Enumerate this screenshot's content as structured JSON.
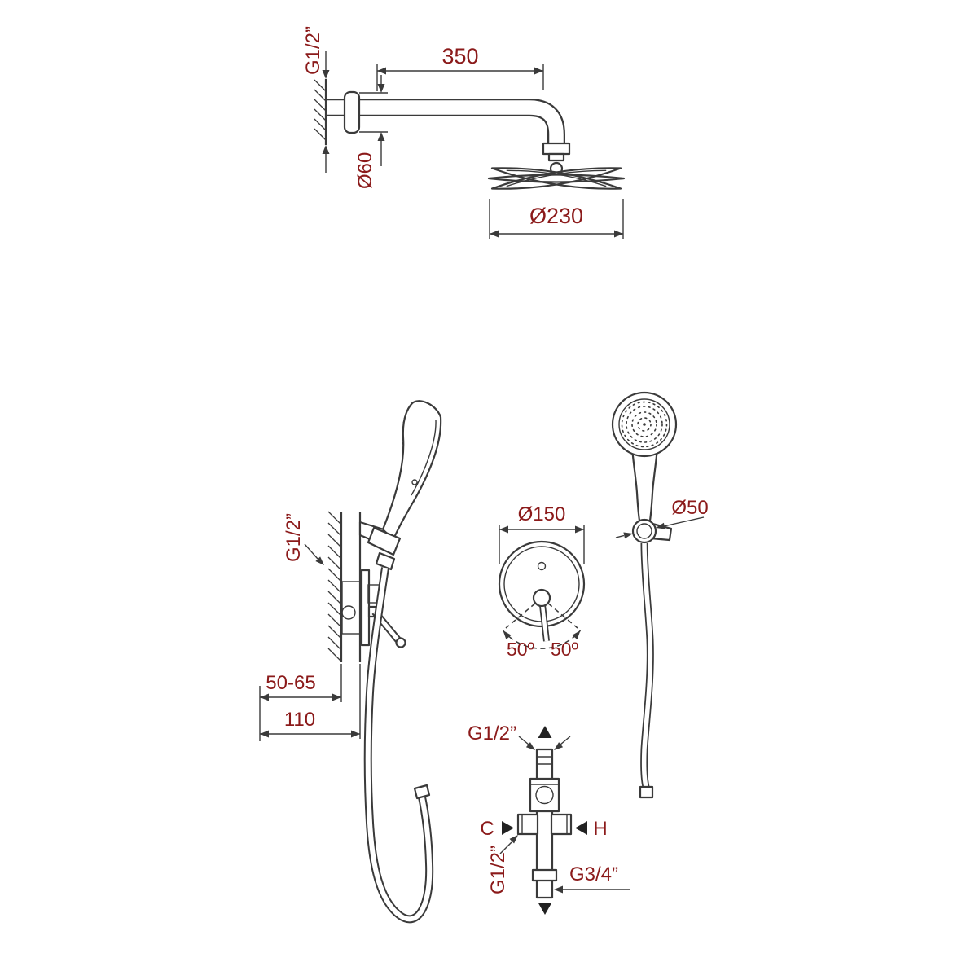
{
  "drawing": {
    "colors": {
      "line": "#3a3a3a",
      "label": "#8b1a1a",
      "solid_arrow": "#222222"
    },
    "rain_shower": {
      "wall_thread_label": "G1/2”",
      "arm_length_label": "350",
      "flange_diameter_label": "Ø60",
      "head_diameter_label": "Ø230"
    },
    "hand_shower_side": {
      "wall_thread_label": "G1/2”",
      "recess_depth_label": "50-65",
      "overall_depth_label": "110"
    },
    "mixer_trim": {
      "plate_diameter_label": "Ø150",
      "swing_left_label": "50º",
      "swing_right_label": "50º"
    },
    "hand_shower_front": {
      "holder_diameter_label": "Ø50"
    },
    "valve_detail": {
      "top_thread_label": "G1/2”",
      "cold_label": "C",
      "hot_label": "H",
      "side_thread_label": "G1/2”",
      "bottom_thread_label": "G3/4”"
    }
  }
}
